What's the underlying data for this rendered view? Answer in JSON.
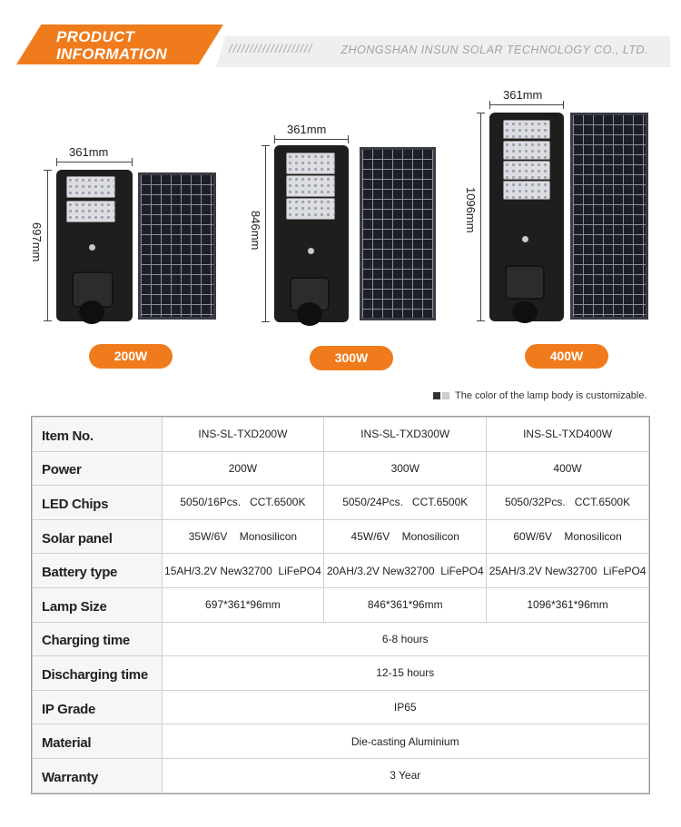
{
  "header": {
    "title_line1": "PRODUCT",
    "title_line2": "INFORMATION",
    "slashes": "////////////////////",
    "company": "ZHONGSHAN INSUN SOLAR TECHNOLOGY CO., LTD."
  },
  "products": [
    {
      "width_label": "361mm",
      "height_label": "697mm",
      "power_label": "200W"
    },
    {
      "width_label": "361mm",
      "height_label": "846mm",
      "power_label": "300W"
    },
    {
      "width_label": "361mm",
      "height_label": "1096mm",
      "power_label": "400W"
    }
  ],
  "note": "The color of the lamp body is customizable.",
  "note_colors": [
    "#333333",
    "#cccccc"
  ],
  "accent_color": "#f07b1c",
  "table": {
    "rows": [
      {
        "label": "Item No.",
        "values": [
          "INS-SL-TXD200W",
          "INS-SL-TXD300W",
          "INS-SL-TXD400W"
        ]
      },
      {
        "label": "Power",
        "values": [
          "200W",
          "300W",
          "400W"
        ]
      },
      {
        "label": "LED Chips",
        "values": [
          "5050/16Pcs.   CCT.6500K",
          "5050/24Pcs.   CCT.6500K",
          "5050/32Pcs.   CCT.6500K"
        ]
      },
      {
        "label": "Solar panel",
        "values": [
          "35W/6V    Monosilicon",
          "45W/6V    Monosilicon",
          "60W/6V    Monosilicon"
        ]
      },
      {
        "label": "Battery type",
        "values": [
          "15AH/3.2V New32700  LiFePO4",
          "20AH/3.2V New32700  LiFePO4",
          "25AH/3.2V New32700  LiFePO4"
        ]
      },
      {
        "label": "Lamp Size",
        "values": [
          "697*361*96mm",
          "846*361*96mm",
          "1096*361*96mm"
        ]
      },
      {
        "label": "Charging time",
        "merged": "6-8 hours"
      },
      {
        "label": "Discharging time",
        "merged": "12-15 hours"
      },
      {
        "label": "IP Grade",
        "merged": "IP65"
      },
      {
        "label": "Material",
        "merged": "Die-casting Aluminium"
      },
      {
        "label": "Warranty",
        "merged": "3 Year"
      }
    ]
  }
}
